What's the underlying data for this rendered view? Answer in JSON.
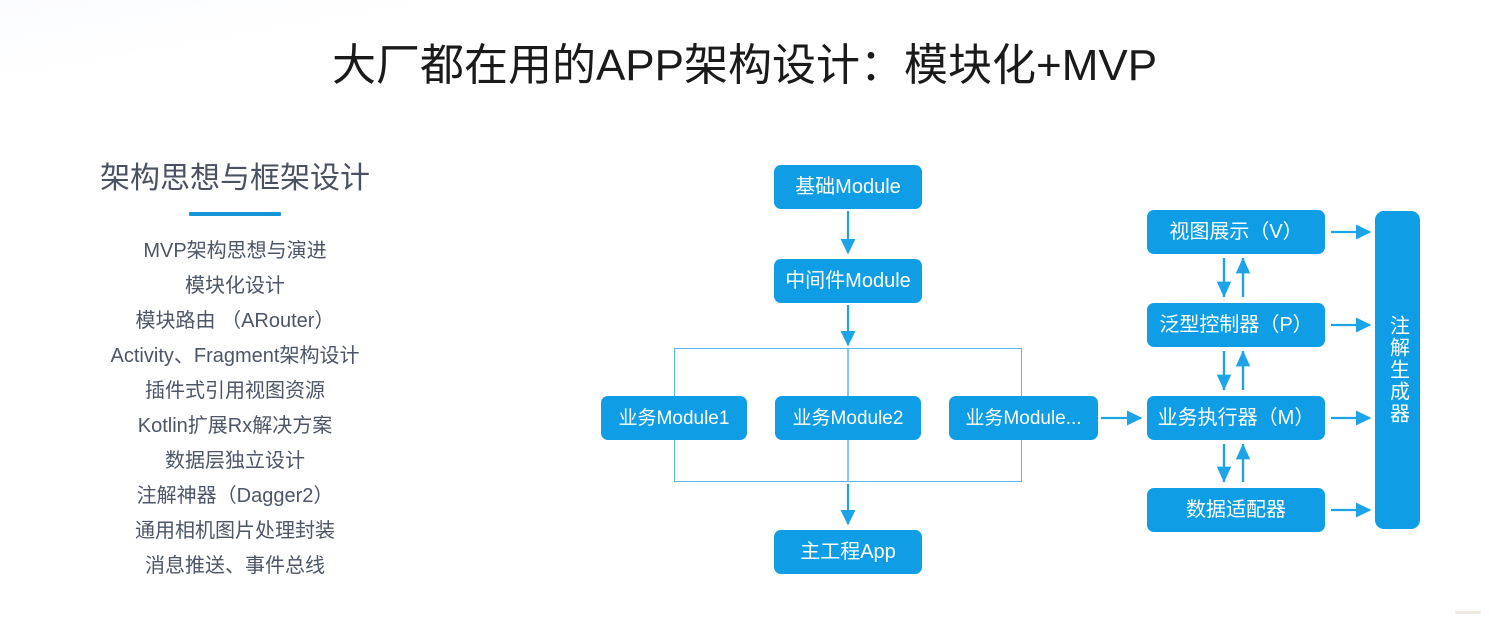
{
  "slide": {
    "title": "大厂都在用的APP架构设计：模块化+MVP",
    "accent_color": "#0f9ee6",
    "accent_line_color": "#1795d8",
    "connector_color": "#5bb7e8",
    "text_color": "#4c5666",
    "background": "#ffffff"
  },
  "left_panel": {
    "heading": "架构思想与框架设计",
    "items": [
      "MVP架构思想与演进",
      "模块化设计",
      "模块路由 （ARouter）",
      "Activity、Fragment架构设计",
      "插件式引用视图资源",
      "Kotlin扩展Rx解决方案",
      "数据层独立设计",
      "注解神器（Dagger2）",
      "通用相机图片处理封装",
      "消息推送、事件总线"
    ]
  },
  "diagram": {
    "module_column": {
      "base": "基础Module",
      "middleware": "中间件Module",
      "business": [
        "业务Module1",
        "业务Module2",
        "业务Module..."
      ],
      "main_app": "主工程App"
    },
    "mvp_column": {
      "view": "视图展示（V）",
      "presenter": "泛型控制器（P）",
      "model": "业务执行器（M）",
      "adapter": "数据适配器"
    },
    "annotation_bar": "注解生成器",
    "arrows": [
      {
        "name": "base-to-middleware",
        "direction": "down"
      },
      {
        "name": "middleware-to-group",
        "direction": "down"
      },
      {
        "name": "group-to-mainapp",
        "direction": "down"
      },
      {
        "name": "business-to-model",
        "direction": "right"
      },
      {
        "name": "view-presenter",
        "direction": "bidirectional-vertical"
      },
      {
        "name": "presenter-model",
        "direction": "bidirectional-vertical"
      },
      {
        "name": "model-adapter",
        "direction": "bidirectional-vertical"
      },
      {
        "name": "view-to-annotation",
        "direction": "right"
      },
      {
        "name": "presenter-to-annotation",
        "direction": "right"
      },
      {
        "name": "model-to-annotation",
        "direction": "right"
      },
      {
        "name": "adapter-to-annotation",
        "direction": "right"
      }
    ]
  }
}
